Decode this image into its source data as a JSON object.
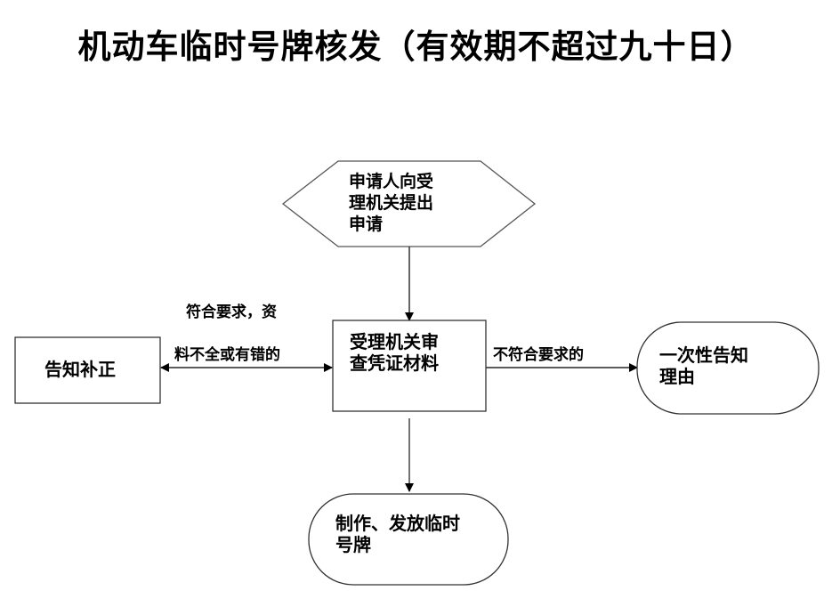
{
  "title": "机动车临时号牌核发（有效期不超过九十日）",
  "nodes": {
    "start": {
      "lines": [
        "申请人向受",
        "理机关提出",
        "申请"
      ],
      "shape": "hexagon"
    },
    "review": {
      "lines": [
        "受理机关审",
        "查凭证材料"
      ],
      "shape": "rectangle"
    },
    "supplement": {
      "lines": [
        "告知补正"
      ],
      "shape": "rectangle"
    },
    "reject": {
      "lines": [
        "一次性告知",
        "理由"
      ],
      "shape": "rounded"
    },
    "issue": {
      "lines": [
        "制作、发放临时",
        "号牌"
      ],
      "shape": "rounded"
    }
  },
  "edges": {
    "start_to_review": {
      "from": "start",
      "to": "review",
      "label": ""
    },
    "review_supplement": {
      "from": "review",
      "to": "supplement",
      "label_lines": [
        "符合要求，资",
        "料不全或有错的"
      ],
      "bidirectional": true
    },
    "review_to_reject": {
      "from": "review",
      "to": "reject",
      "label": "不符合要求的"
    },
    "review_to_issue": {
      "from": "review",
      "to": "issue",
      "label": ""
    }
  }
}
